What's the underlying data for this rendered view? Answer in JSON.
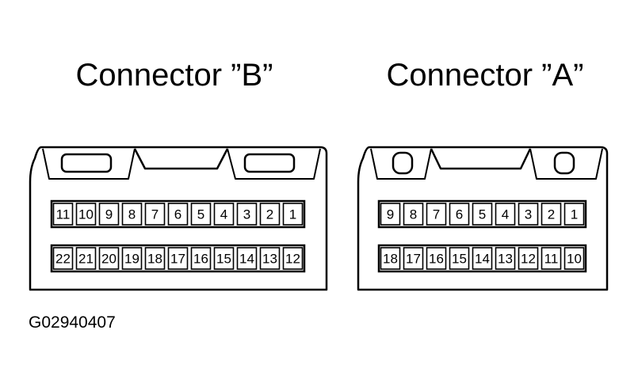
{
  "connector_b": {
    "title": "Connector ”B”",
    "top_row": [
      "11",
      "10",
      "9",
      "8",
      "7",
      "6",
      "5",
      "4",
      "3",
      "2",
      "1"
    ],
    "bottom_row": [
      "22",
      "21",
      "20",
      "19",
      "18",
      "17",
      "16",
      "15",
      "14",
      "13",
      "12"
    ]
  },
  "connector_a": {
    "title": "Connector ”A”",
    "top_row": [
      "9",
      "8",
      "7",
      "6",
      "5",
      "4",
      "3",
      "2",
      "1"
    ],
    "bottom_row": [
      "18",
      "17",
      "16",
      "15",
      "14",
      "13",
      "12",
      "11",
      "10"
    ]
  },
  "figure_code": "G02940407"
}
